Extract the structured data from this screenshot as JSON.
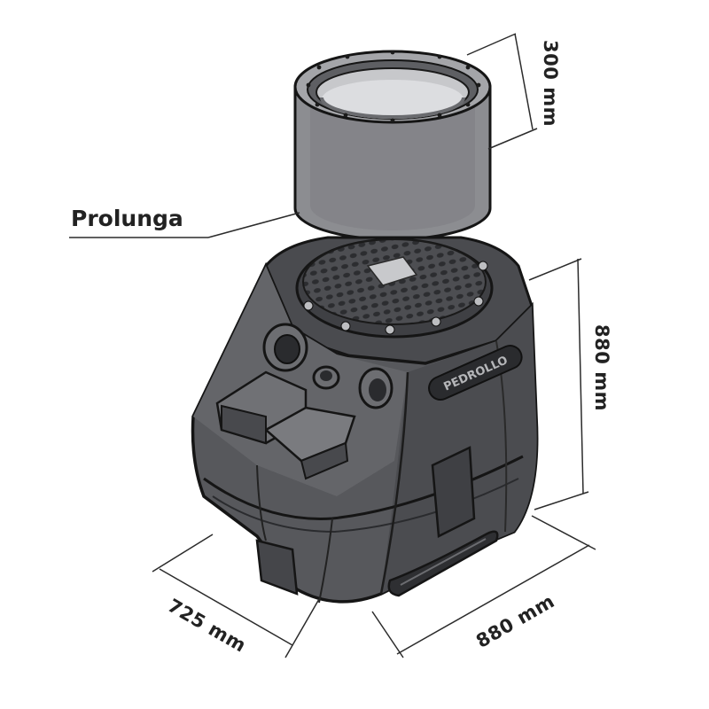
{
  "labels": {
    "extension": "Prolunga",
    "dim_extension_height": "300 mm",
    "dim_tank_height": "880 mm",
    "dim_tank_depth": "725 mm",
    "dim_tank_width": "880 mm",
    "brand_logo": "PEDROLLO"
  },
  "colors": {
    "body_fill": "#57585c",
    "body_dark": "#3a3b3e",
    "body_light": "#77787c",
    "ring_fill": "#8c8d91",
    "ring_inner": "#b9babd",
    "outline": "#151515",
    "line": "#2b2b2b",
    "text": "#222222"
  }
}
